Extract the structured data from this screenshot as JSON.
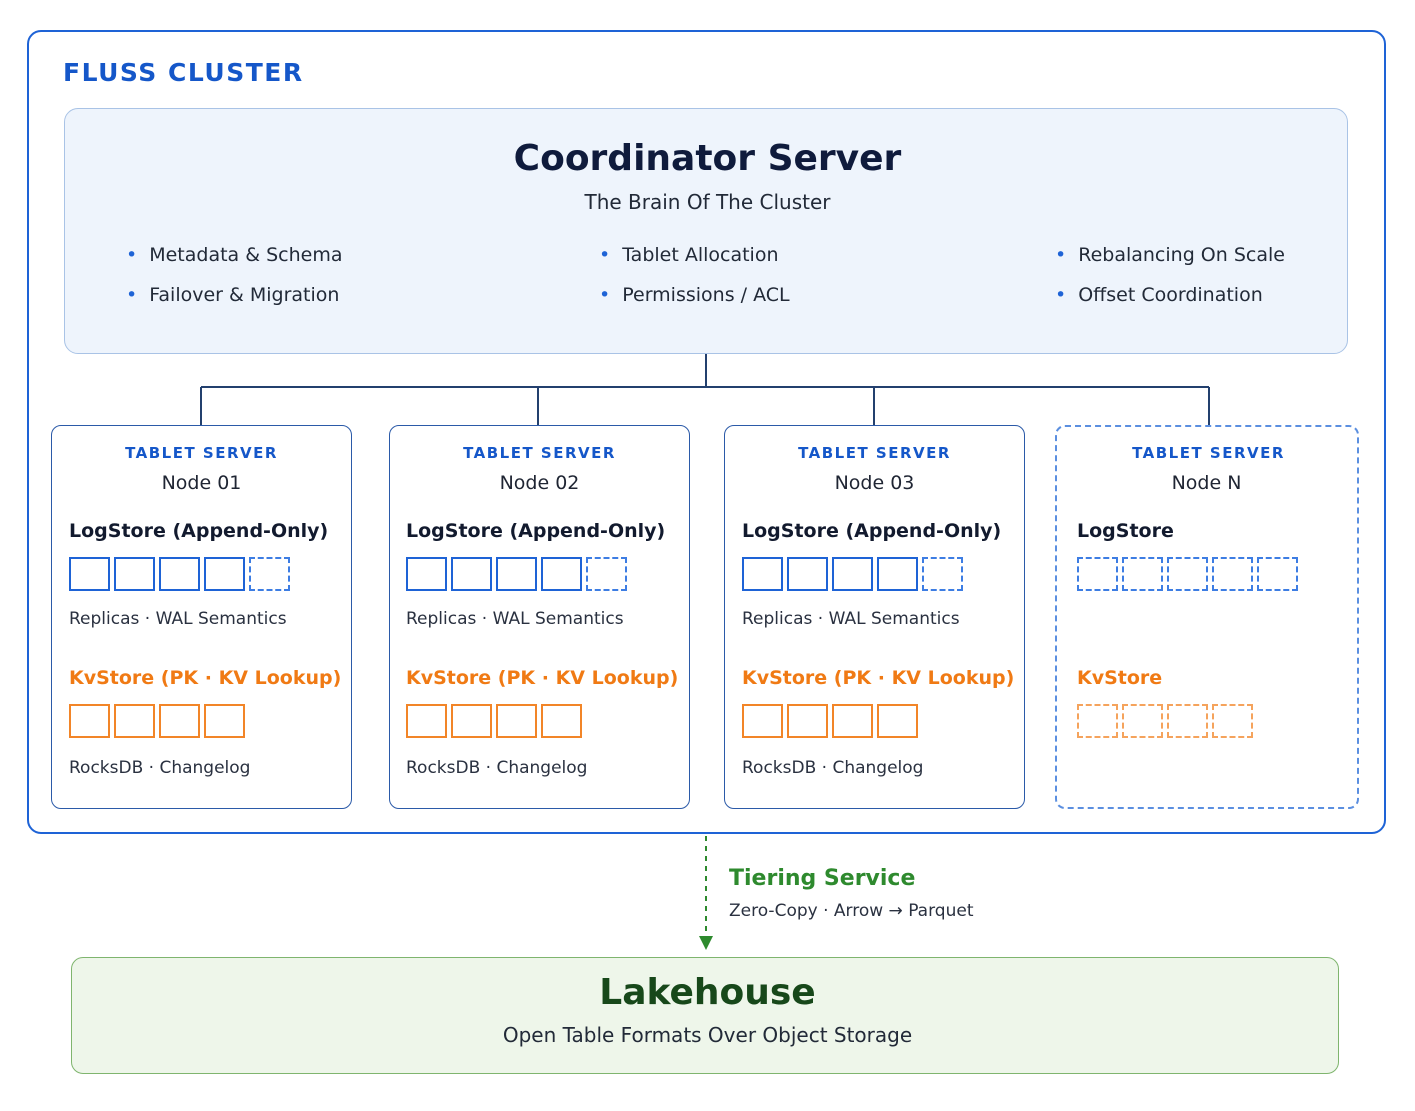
{
  "cluster": {
    "label": "FLUSS CLUSTER"
  },
  "coordinator": {
    "title": "Coordinator Server",
    "subtitle": "The Brain Of The Cluster",
    "features": [
      "Metadata & Schema",
      "Failover & Migration",
      "Tablet Allocation",
      "Permissions / ACL",
      "Rebalancing On Scale",
      "Offset Coordination"
    ]
  },
  "tablets": [
    {
      "header": "TABLET SERVER",
      "node": "Node 01",
      "log_title": "LogStore (Append-Only)",
      "log_note": "Replicas · WAL Semantics",
      "kv_title": "KvStore (PK · KV Lookup)",
      "kv_note": "RocksDB · Changelog"
    },
    {
      "header": "TABLET SERVER",
      "node": "Node 02",
      "log_title": "LogStore (Append-Only)",
      "log_note": "Replicas · WAL Semantics",
      "kv_title": "KvStore (PK · KV Lookup)",
      "kv_note": "RocksDB · Changelog"
    },
    {
      "header": "TABLET SERVER",
      "node": "Node 03",
      "log_title": "LogStore (Append-Only)",
      "log_note": "Replicas · WAL Semantics",
      "kv_title": "KvStore (PK · KV Lookup)",
      "kv_note": "RocksDB · Changelog"
    },
    {
      "header": "TABLET SERVER",
      "node": "Node N",
      "log_title": "LogStore",
      "kv_title": "KvStore"
    }
  ],
  "tiering": {
    "label": "Tiering Service",
    "detail": "Zero-Copy · Arrow → Parquet"
  },
  "lakehouse": {
    "title": "Lakehouse",
    "subtitle": "Open Table Formats Over Object Storage"
  },
  "colors": {
    "primary": "#1e63d6",
    "kv": "#f28528",
    "tier": "#2e8a2e",
    "lake_bg": "#eef6ea"
  }
}
